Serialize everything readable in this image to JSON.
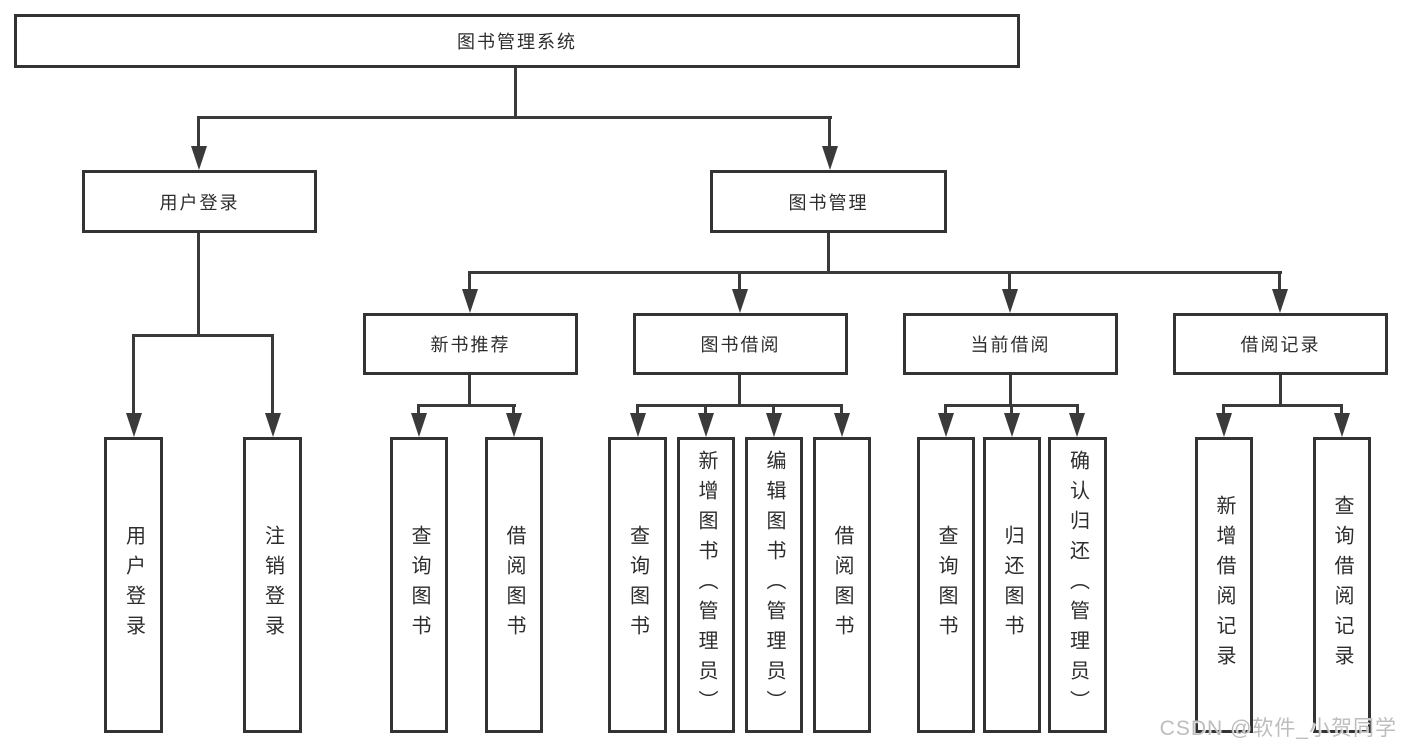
{
  "colors": {
    "line": "#3a3a3a",
    "border": "#333333",
    "text": "#2d2d2d",
    "watermark": "#bdbdbd",
    "background": "#ffffff"
  },
  "tree": {
    "root": {
      "label": "图书管理系统"
    },
    "children": [
      {
        "label": "用户登录",
        "children": [
          {
            "label": "用户登录"
          },
          {
            "label": "注销登录"
          }
        ]
      },
      {
        "label": "图书管理",
        "children": [
          {
            "label": "新书推荐",
            "children": [
              {
                "label": "查询图书"
              },
              {
                "label": "借阅图书"
              }
            ]
          },
          {
            "label": "图书借阅",
            "children": [
              {
                "label": "查询图书"
              },
              {
                "label": "新增图书（管理员）"
              },
              {
                "label": "编辑图书（管理员）"
              },
              {
                "label": "借阅图书"
              }
            ]
          },
          {
            "label": "当前借阅",
            "children": [
              {
                "label": "查询图书"
              },
              {
                "label": "归还图书"
              },
              {
                "label": "确认归还（管理员）"
              }
            ]
          },
          {
            "label": "借阅记录",
            "children": [
              {
                "label": "新增借阅记录"
              },
              {
                "label": "查询借阅记录"
              }
            ]
          }
        ]
      }
    ]
  },
  "watermark": {
    "text": "CSDN @软件_小贺同学"
  }
}
